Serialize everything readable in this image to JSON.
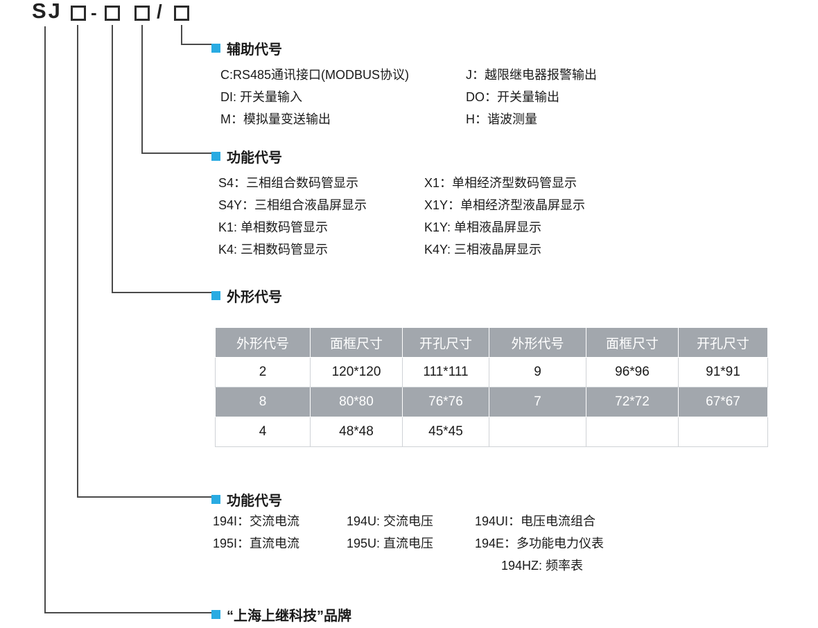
{
  "model": {
    "prefix": "SJ",
    "dash": "-",
    "slash": "/"
  },
  "colors": {
    "accent": "#29abe2",
    "table_gray": "#a2a7ad",
    "line": "#4a4a4a",
    "text": "#1a1a1a"
  },
  "sections": {
    "aux": {
      "title": "辅助代号",
      "items": [
        {
          "col1": "C:RS485通讯接口(MODBUS协议)",
          "col2": "J：越限继电器报警输出"
        },
        {
          "col1": "DI: 开关量输入",
          "col2": "DO：开关量输出"
        },
        {
          "col1": "M：模拟量变送输出",
          "col2": "H：谐波测量"
        }
      ]
    },
    "display": {
      "title": "功能代号",
      "items": [
        {
          "col1": "S4：三相组合数码管显示",
          "col2": "X1：单相经济型数码管显示"
        },
        {
          "col1": "S4Y：三相组合液晶屏显示",
          "col2": "X1Y：单相经济型液晶屏显示"
        },
        {
          "col1": "K1: 单相数码管显示",
          "col2": "K1Y: 单相液晶屏显示"
        },
        {
          "col1": "K4: 三相数码管显示",
          "col2": "K4Y: 三相液晶屏显示"
        }
      ]
    },
    "shape": {
      "title": "外形代号",
      "table": {
        "headers": [
          "外形代号",
          "面框尺寸",
          "开孔尺寸",
          "外形代号",
          "面框尺寸",
          "开孔尺寸"
        ],
        "rows": [
          [
            "2",
            "120*120",
            "111*111",
            "9",
            "96*96",
            "91*91"
          ],
          [
            "8",
            "80*80",
            "76*76",
            "7",
            "72*72",
            "67*67"
          ],
          [
            "4",
            "48*48",
            "45*45",
            "",
            "",
            ""
          ]
        ]
      }
    },
    "function": {
      "title": "功能代号",
      "rows": [
        {
          "c1": "194I：交流电流",
          "c2": "194U: 交流电压",
          "c3": "194UI：电压电流组合"
        },
        {
          "c1": "195I：直流电流",
          "c2": "195U: 直流电压",
          "c3": "194E：多功能电力仪表"
        },
        {
          "c1": "",
          "c2": "",
          "c3": "194HZ: 频率表"
        }
      ]
    },
    "brand": {
      "title": "“上海上继科技”品牌"
    }
  }
}
